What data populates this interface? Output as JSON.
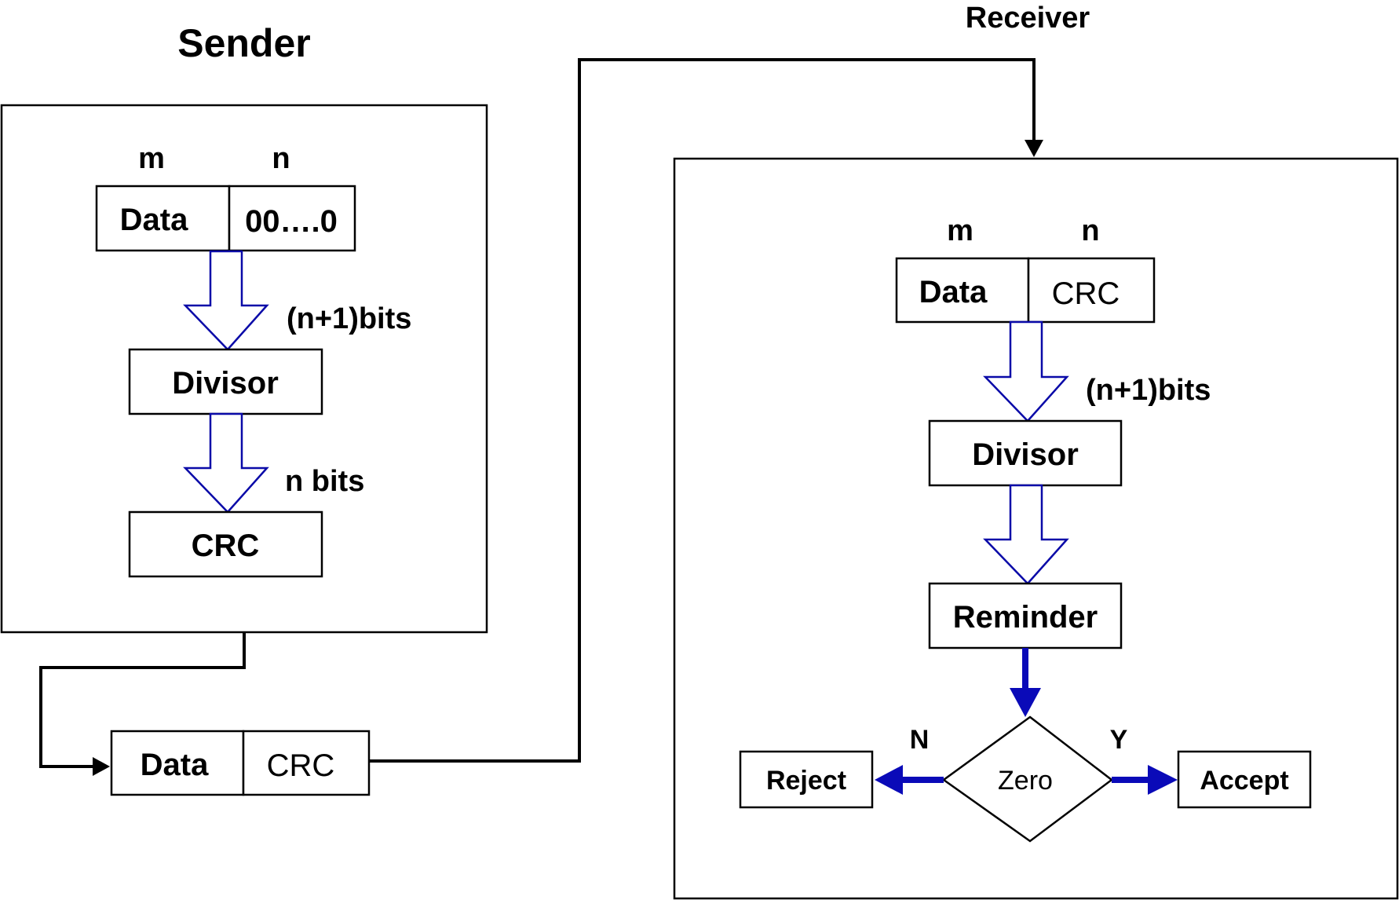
{
  "sender": {
    "title": "Sender",
    "col_m": "m",
    "col_n": "n",
    "data_label": "Data",
    "zeros_label": "00….0",
    "arrow1_label": "(n+1)bits",
    "divisor_label": "Divisor",
    "arrow2_label": "n bits",
    "crc_label": "CRC"
  },
  "transmitted": {
    "data_label": "Data",
    "crc_label": "CRC"
  },
  "receiver": {
    "title": "Receiver",
    "col_m": "m",
    "col_n": "n",
    "data_label": "Data",
    "crc_label": "CRC",
    "arrow1_label": "(n+1)bits",
    "divisor_label": "Divisor",
    "remainder_label": "Reminder",
    "decision_label": "Zero",
    "no_label": "N",
    "yes_label": "Y",
    "reject_label": "Reject",
    "accept_label": "Accept"
  },
  "colors": {
    "arrow_blue": "#0a0ab8",
    "line_black": "#000000"
  }
}
